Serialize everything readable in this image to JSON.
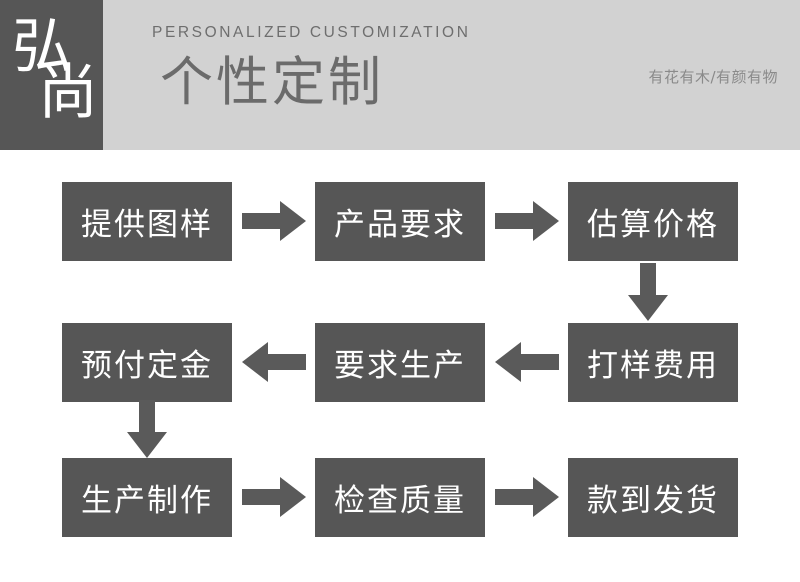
{
  "header": {
    "logo_line1": "弘",
    "logo_line2": "尚",
    "eyebrow": "PERSONALIZED CUSTOMIZATION",
    "title": "个性定制",
    "tagline": "有花有木/有颜有物",
    "band_color": "#d2d2d2",
    "logo_block_color": "#565656",
    "title_color": "#6b6b6b"
  },
  "flow": {
    "node_color": "#565656",
    "node_text_color": "#ffffff",
    "arrow_color": "#5a5a5a",
    "rows": [
      {
        "direction": "left-to-right",
        "nodes": [
          {
            "label": "提供图样"
          },
          {
            "label": "产品要求"
          },
          {
            "label": "估算价格"
          }
        ]
      },
      {
        "direction": "right-to-left",
        "nodes": [
          {
            "label": "预付定金"
          },
          {
            "label": "要求生产"
          },
          {
            "label": "打样费用"
          }
        ]
      },
      {
        "direction": "left-to-right",
        "nodes": [
          {
            "label": "生产制作"
          },
          {
            "label": "检查质量"
          },
          {
            "label": "款到发货"
          }
        ]
      }
    ],
    "connectors": [
      {
        "name": "row1-arrow-1",
        "type": "arrow-right"
      },
      {
        "name": "row1-arrow-2",
        "type": "arrow-right"
      },
      {
        "name": "row1-to-row2",
        "type": "arrow-down"
      },
      {
        "name": "row2-arrow-1",
        "type": "arrow-left"
      },
      {
        "name": "row2-arrow-2",
        "type": "arrow-left"
      },
      {
        "name": "row2-to-row3",
        "type": "arrow-down"
      },
      {
        "name": "row3-arrow-1",
        "type": "arrow-right"
      },
      {
        "name": "row3-arrow-2",
        "type": "arrow-right"
      }
    ]
  }
}
